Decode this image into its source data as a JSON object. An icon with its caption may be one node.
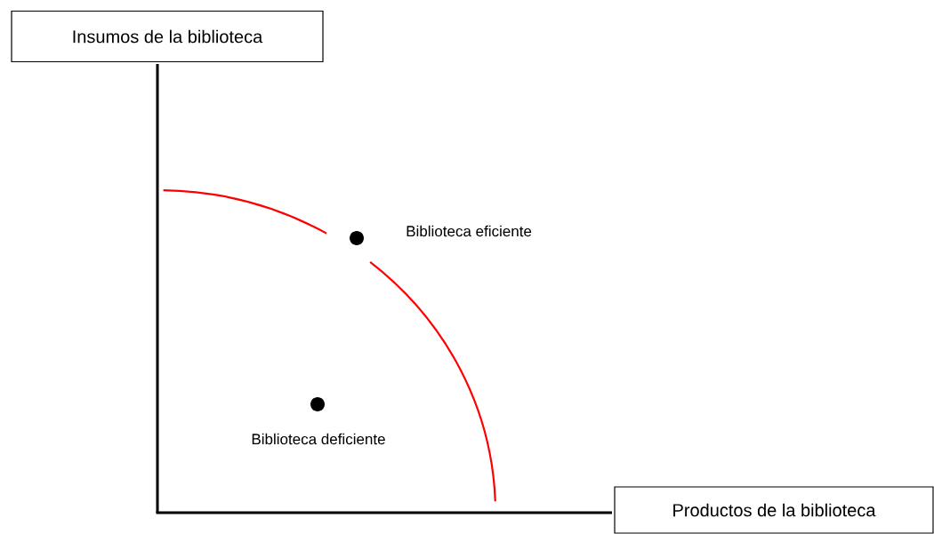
{
  "diagram": {
    "nodes": [
      {
        "text": [
          "Insumos de la biblioteca"
        ]
      },
      {
        "text": [
          "Productos de la biblioteca"
        ]
      },
      {
        "text": [],
        "shape": "circle",
        "beside": [
          "Biblioteca eficiente"
        ]
      },
      {
        "text": [],
        "shape": "circle",
        "beside": [
          "Biblioteca  deficiente"
        ]
      }
    ],
    "edges": []
  }
}
